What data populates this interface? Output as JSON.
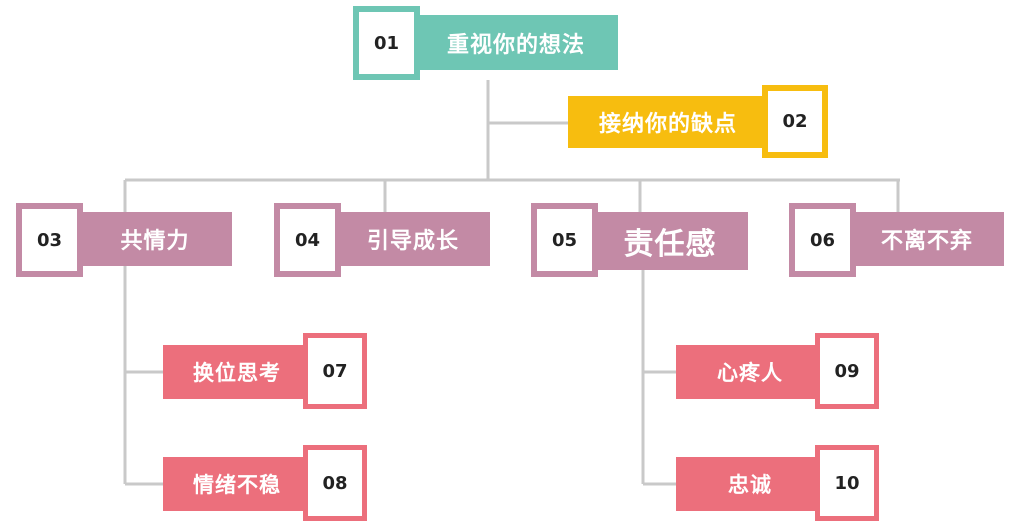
{
  "colors": {
    "teal": "#6ec6b4",
    "gold": "#f7bd0f",
    "mauve": "#c38aa5",
    "coral": "#ec6f7c",
    "line": "#c9c9c9"
  },
  "nodes": {
    "n01": {
      "number": "01",
      "label": "重视你的想法"
    },
    "n02": {
      "number": "02",
      "label": "接纳你的缺点"
    },
    "n03": {
      "number": "03",
      "label": "共情力"
    },
    "n04": {
      "number": "04",
      "label": "引导成长"
    },
    "n05": {
      "number": "05",
      "label": "责任感"
    },
    "n06": {
      "number": "06",
      "label": "不离不弃"
    },
    "n07": {
      "number": "07",
      "label": "换位思考"
    },
    "n08": {
      "number": "08",
      "label": "情绪不稳"
    },
    "n09": {
      "number": "09",
      "label": "心疼人"
    },
    "n10": {
      "number": "10",
      "label": "忠诚"
    }
  }
}
